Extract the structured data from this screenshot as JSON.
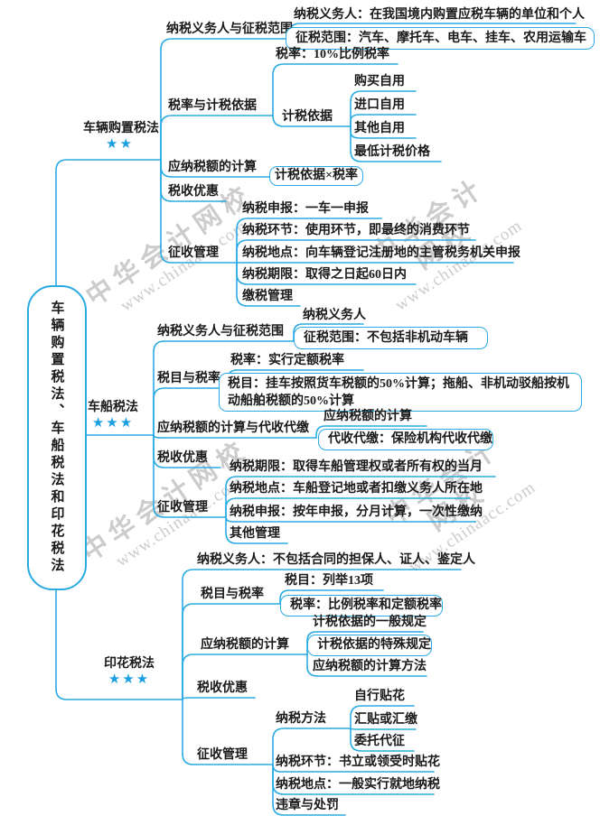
{
  "root": {
    "label": "车辆购置税法、车船税法和印花税法"
  },
  "watermark": {
    "brand": "中华会计网校",
    "url": "www.chinaacc.com"
  },
  "colors": {
    "line": "#29ABE2",
    "star": "#1B9FE0",
    "text": "#1A1A1A",
    "watermark": "#C7C7C7"
  },
  "branches": [
    {
      "label": "车辆购置税法",
      "stars": "★★",
      "children": [
        {
          "label": "纳税义务人与征税范围",
          "children": [
            {
              "label": "纳税义务人：在我国境内购置应税车辆的单位和个人"
            },
            {
              "label": "征税范围：汽车、摩托车、电车、挂车、农用运输车"
            }
          ]
        },
        {
          "label": "税率与计税依据",
          "children": [
            {
              "label": "税率：10%比例税率"
            },
            {
              "label": "计税依据",
              "children": [
                {
                  "label": "购买自用"
                },
                {
                  "label": "进口自用"
                },
                {
                  "label": "其他自用"
                },
                {
                  "label": "最低计税价格"
                }
              ]
            }
          ]
        },
        {
          "label": "应纳税额的计算",
          "children": [
            {
              "label": "计税依据×税率"
            }
          ]
        },
        {
          "label": "税收优惠"
        },
        {
          "label": "征收管理",
          "children": [
            {
              "label": "纳税申报：一车一申报"
            },
            {
              "label": "纳税环节：使用环节，即最终的消费环节"
            },
            {
              "label": "纳税地点：向车辆登记注册地的主管税务机关申报"
            },
            {
              "label": "纳税期限：取得之日起60日内"
            },
            {
              "label": "缴税管理"
            }
          ]
        }
      ]
    },
    {
      "label": "车船税法",
      "stars": "★★★",
      "children": [
        {
          "label": "纳税义务人与征税范围",
          "children": [
            {
              "label": "纳税义务人"
            },
            {
              "label": "征税范围：不包括非机动车辆"
            }
          ]
        },
        {
          "label": "税目与税率",
          "children": [
            {
              "label": "税率：实行定额税率"
            },
            {
              "label": "税目：挂车按照货车税额的50%计算；拖船、非机动驳船按机动船舶税额的50%计算"
            }
          ]
        },
        {
          "label": "应纳税额的计算与代收代缴",
          "children": [
            {
              "label": "应纳税额的计算"
            },
            {
              "label": "代收代缴：保险机构代收代缴"
            }
          ]
        },
        {
          "label": "税收优惠"
        },
        {
          "label": "征收管理",
          "children": [
            {
              "label": "纳税期限：取得车船管理权或者所有权的当月"
            },
            {
              "label": "纳税地点：车船登记地或者扣缴义务人所在地"
            },
            {
              "label": "纳税申报：按年申报，分月计算，一次性缴纳"
            },
            {
              "label": "其他管理"
            }
          ]
        }
      ]
    },
    {
      "label": "印花税法",
      "stars": "★★★",
      "children": [
        {
          "label": "纳税义务人：不包括合同的担保人、证人、鉴定人"
        },
        {
          "label": "税目与税率",
          "children": [
            {
              "label": "税目：列举13项"
            },
            {
              "label": "税率：比例税率和定额税率"
            }
          ]
        },
        {
          "label": "应纳税额的计算",
          "children": [
            {
              "label": "计税依据的一般规定"
            },
            {
              "label": "计税依据的特殊规定"
            },
            {
              "label": "应纳税额的计算方法"
            }
          ]
        },
        {
          "label": "税收优惠"
        },
        {
          "label": "征收管理",
          "children": [
            {
              "label": "纳税方法",
              "children": [
                {
                  "label": "自行贴花"
                },
                {
                  "label": "汇贴或汇缴"
                },
                {
                  "label": "委托代征"
                }
              ]
            },
            {
              "label": "纳税环节：书立或领受时贴花"
            },
            {
              "label": "纳税地点：一般实行就地纳税"
            },
            {
              "label": "违章与处罚"
            }
          ]
        }
      ]
    }
  ]
}
